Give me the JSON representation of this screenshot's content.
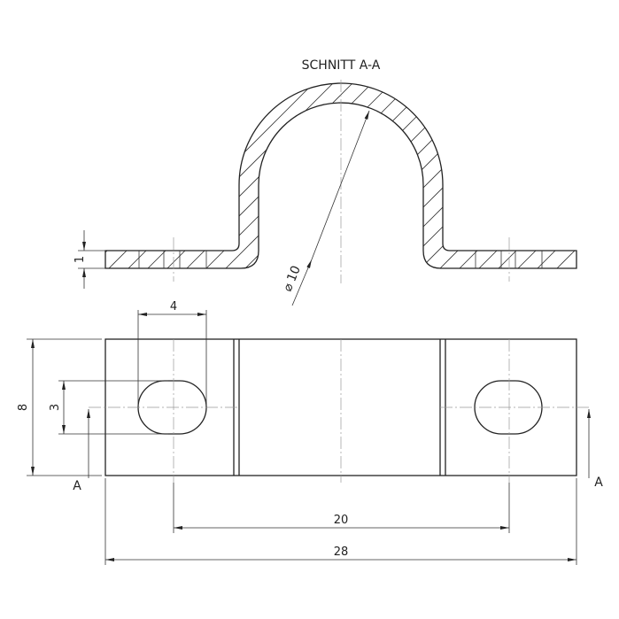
{
  "title": "SCHNITT A-A",
  "dimensions": {
    "thickness": "1",
    "diameter": "10",
    "diameter_symbol": "⌀",
    "slot_width": "4",
    "slot_height": "3",
    "height": "8",
    "hole_spacing": "20",
    "overall_length": "28"
  },
  "section_markers": {
    "left": "A",
    "right": "A"
  }
}
